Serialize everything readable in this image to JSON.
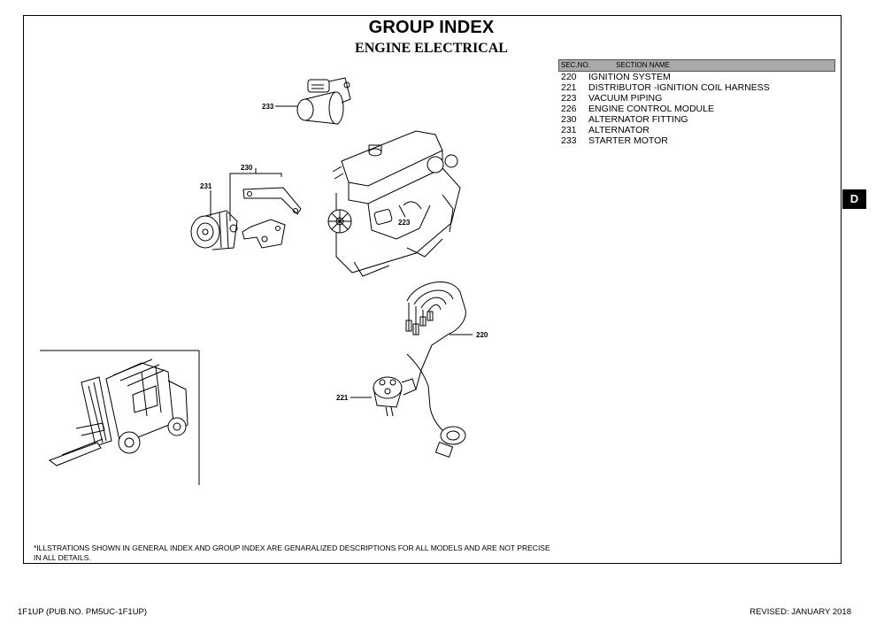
{
  "header": {
    "title": "GROUP INDEX",
    "subtitle": "ENGINE ELECTRICAL"
  },
  "section_table": {
    "col_no": "SEC.NO.",
    "col_name": "SECTION NAME",
    "rows": [
      {
        "no": "220",
        "name": "IGNITION SYSTEM"
      },
      {
        "no": "221",
        "name": "DISTRIBUTOR -IGNITION COIL HARNESS"
      },
      {
        "no": "223",
        "name": "VACUUM PIPING"
      },
      {
        "no": "226",
        "name": "ENGINE CONTROL MODULE"
      },
      {
        "no": "230",
        "name": "ALTERNATOR FITTING"
      },
      {
        "no": "231",
        "name": "ALTERNATOR"
      },
      {
        "no": "233",
        "name": "STARTER MOTOR"
      }
    ]
  },
  "side_tab": "D",
  "callouts": {
    "starter": "233",
    "alt_fitting": "230",
    "alternator": "231",
    "vacuum": "223",
    "ignition": "220",
    "distributor": "221"
  },
  "note": {
    "line1": "*ILLSTRATIONS SHOWN IN GENERAL INDEX AND GROUP INDEX ARE GENARALIZED DESCRIPTIONS FOR ALL MODELS AND ARE NOT PRECISE",
    "line2": "IN ALL DETAILS."
  },
  "footer": {
    "left": "1F1UP (PUB.NO. PM5UC-1F1UP)",
    "right": "REVISED: JANUARY 2018"
  },
  "icons": [
    "starter-motor-drawing",
    "alternator-drawing",
    "bracket-drawing",
    "engine-drawing",
    "ignition-harness-drawing",
    "distributor-drawing",
    "forklift-drawing"
  ]
}
